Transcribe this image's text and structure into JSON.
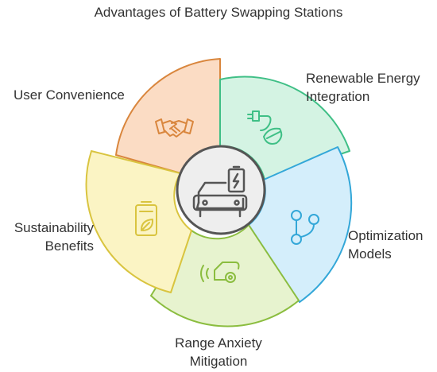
{
  "title": "Advantages of Battery Swapping Stations",
  "segments": [
    {
      "id": "user",
      "lines": [
        "User Convenience"
      ],
      "icon": "handshake-icon",
      "fill": "#fbdcc4",
      "stroke": "#d9863d"
    },
    {
      "id": "renew",
      "lines": [
        "Renewable Energy",
        "Integration"
      ],
      "icon": "plug-leaf-icon",
      "fill": "#d4f3e3",
      "stroke": "#3fbf86"
    },
    {
      "id": "optim",
      "lines": [
        "Optimization",
        "Models"
      ],
      "icon": "flow-nodes-icon",
      "fill": "#d4eefb",
      "stroke": "#33a7d8"
    },
    {
      "id": "range",
      "lines": [
        "Range Anxiety",
        "Mitigation"
      ],
      "icon": "ev-charging-car-icon",
      "fill": "#e7f3cf",
      "stroke": "#8bbd3f"
    },
    {
      "id": "sust",
      "lines": [
        "Sustainability",
        "Benefits"
      ],
      "icon": "battery-leaf-icon",
      "fill": "#fbf4c4",
      "stroke": "#d9c43f"
    }
  ],
  "center": {
    "icon": "electric-car-battery-icon",
    "fill": "#eeeeee",
    "stroke": "#555555"
  }
}
